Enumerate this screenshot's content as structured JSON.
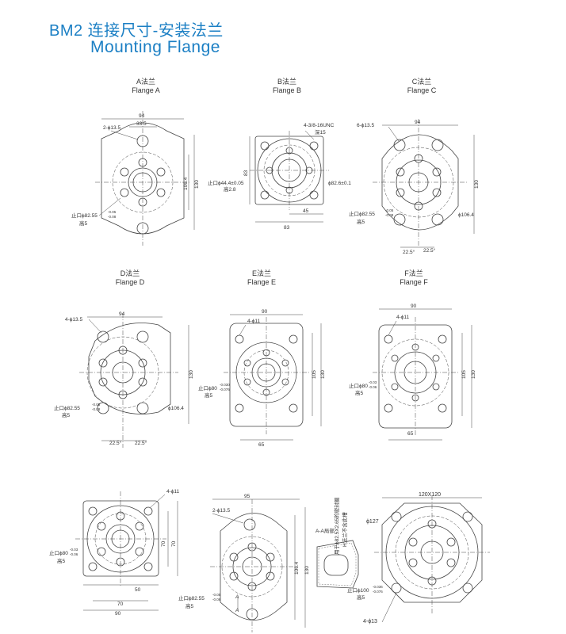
{
  "title": {
    "cn": "BM2 连接尺寸-安装法兰",
    "en": "Mounting  Flange"
  },
  "flanges": {
    "a": {
      "caption_cn": "A法兰",
      "caption_en": "Flange A",
      "dims": [
        "94",
        "33.5",
        "2-ϕ13.5",
        "106.4",
        "130",
        "止口ϕ82.55",
        "-0.05",
        "-0.08",
        "高5"
      ]
    },
    "b": {
      "caption_cn": "B法兰",
      "caption_en": "Flange B",
      "dims": [
        "4-3/8-16UNC",
        "深15",
        "83",
        "83",
        "45",
        "止口ϕ44.4±0.05",
        "高2.8",
        "ϕ82.6±0.1"
      ]
    },
    "c": {
      "caption_cn": "C法兰",
      "caption_en": "Flange C",
      "dims": [
        "94",
        "6-ϕ13.5",
        "130",
        "ϕ106.4",
        "止口ϕ82.55",
        "-0.05",
        "-0.08",
        "高5",
        "22.5°",
        "22.5°"
      ]
    },
    "d": {
      "caption_cn": "D法兰",
      "caption_en": "Flange D",
      "dims": [
        "94",
        "4-ϕ13.5",
        "130",
        "ϕ106.4",
        "止口ϕ82.55",
        "-0.05",
        "-0.08",
        "高5",
        "22.5°",
        "22.5°"
      ]
    },
    "e": {
      "caption_cn": "E法兰",
      "caption_en": "Flange E",
      "dims": [
        "90",
        "4-ϕ11",
        "105",
        "130",
        "止口ϕ80",
        "-0.030",
        "-0.076",
        "高5",
        "65"
      ]
    },
    "f": {
      "caption_cn": "F法兰",
      "caption_en": "Flange F",
      "dims": [
        "90",
        "4-ϕ11",
        "105",
        "130",
        "止口ϕ80",
        "-0.03",
        "-0.06",
        "高5",
        "65"
      ]
    },
    "g": {
      "dims": [
        "4-ϕ11",
        "70",
        "70",
        "50",
        "70",
        "90",
        "止口ϕ80",
        "-0.03",
        "-0.06",
        "高5"
      ]
    },
    "h": {
      "dims": [
        "95",
        "2-ϕ13.5",
        "106.4",
        "130",
        "止口ϕ82.55",
        "-0.05",
        "-0.08",
        "高5",
        "A",
        "A"
      ]
    },
    "section": {
      "label": "A-A局部",
      "note_line1": "用于ϕ82.5X2.65的密封圈",
      "note_line2": "H法兰不含此槽"
    },
    "i": {
      "dims": [
        "120X120",
        "ϕ127",
        "止口ϕ100",
        "-0.036",
        "-0.076",
        "高5",
        "4-ϕ13"
      ]
    }
  }
}
